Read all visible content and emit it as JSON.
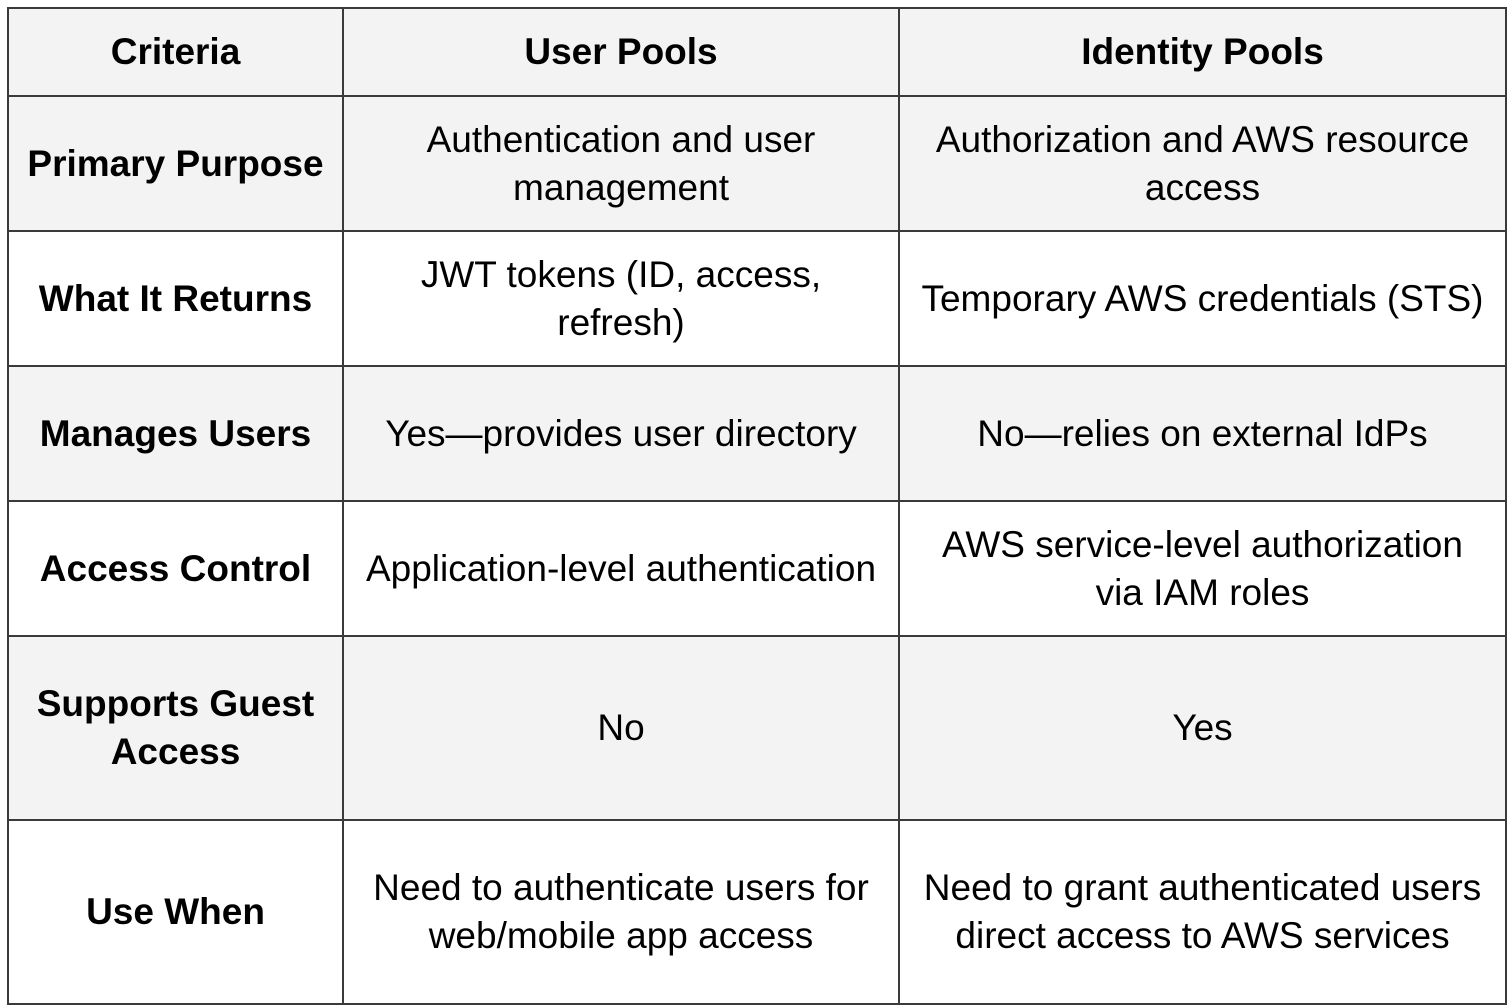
{
  "table": {
    "headers": {
      "criteria": "Criteria",
      "user_pools": "User Pools",
      "identity_pools": "Identity Pools"
    },
    "rows": [
      {
        "criteria": "Primary Purpose",
        "user_pools": "Authentication and user management",
        "identity_pools": "Authorization and AWS resource access"
      },
      {
        "criteria": "What It Returns",
        "user_pools": "JWT tokens (ID, access, refresh)",
        "identity_pools": "Temporary AWS credentials (STS)"
      },
      {
        "criteria": "Manages Users",
        "user_pools": "Yes—provides user directory",
        "identity_pools": "No—relies on external IdPs"
      },
      {
        "criteria": "Access Control",
        "user_pools": "Application-level authentication",
        "identity_pools": "AWS service-level authorization via IAM roles"
      },
      {
        "criteria": "Supports Guest Access",
        "user_pools": "No",
        "identity_pools": "Yes"
      },
      {
        "criteria": "Use When",
        "user_pools": "Need to authenticate users for web/mobile app access",
        "identity_pools": "Need to grant authenticated users direct access to AWS services"
      }
    ]
  },
  "colors": {
    "border": "#3a3a3a",
    "shaded_row": "#f3f3f3",
    "text": "#000000"
  }
}
